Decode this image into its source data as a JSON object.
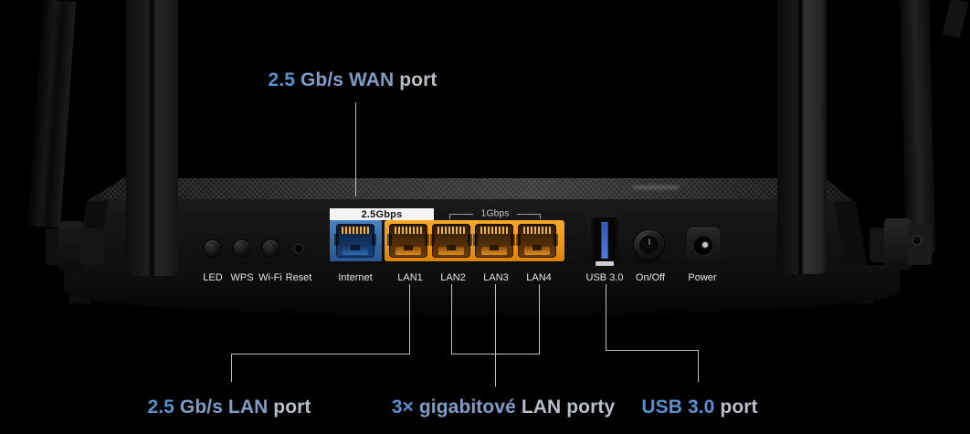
{
  "colors": {
    "accent-blue": "#5a90d0",
    "accent-midblue": "#7f9dc6",
    "accent-gray": "#b9bfc7",
    "line": "#d4d4d4",
    "port-label": "#e4e4e4",
    "badge-bg": "#f4f4f4",
    "wan-port-blue": "#35689f",
    "lan-port-orange": "#ef9715",
    "usb-tongue-blue": "#3f66cc"
  },
  "callouts": {
    "wan": {
      "parts": [
        "2.5",
        " Gb/s WAN",
        " port"
      ]
    },
    "lan": {
      "parts": [
        "2.5",
        " Gb/s LAN",
        " port"
      ]
    },
    "giga": {
      "parts": [
        "3×",
        " gigabitové",
        " LAN porty"
      ]
    },
    "usb": {
      "parts": [
        "USB 3.0",
        " port"
      ]
    }
  },
  "panel": {
    "speed_badge": "2.5Gbps",
    "speed_bracket": "1Gbps",
    "labels": {
      "led": "LED",
      "wps": "WPS",
      "wifi": "Wi-Fi",
      "reset": "Reset",
      "internet": "Internet",
      "lan1": "LAN1",
      "lan2": "LAN2",
      "lan3": "LAN3",
      "lan4": "LAN4",
      "usb": "USB 3.0",
      "onoff": "On/Off",
      "power": "Power"
    }
  }
}
